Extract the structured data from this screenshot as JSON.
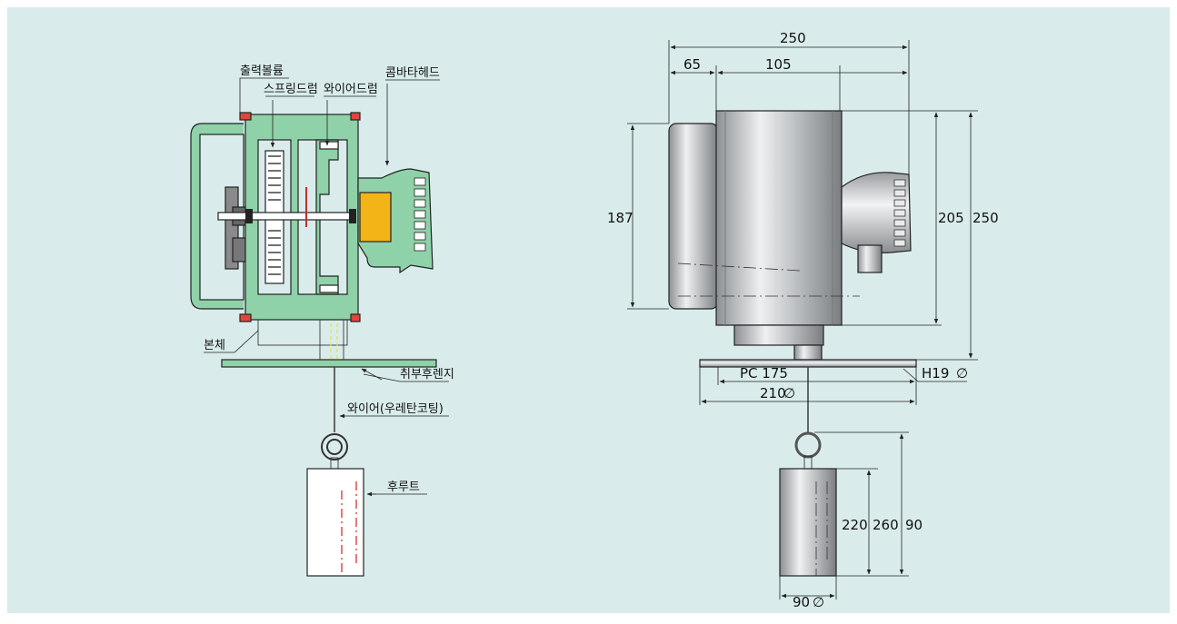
{
  "colors": {
    "background": "#d9eceb",
    "body_green": "#8fd1a8",
    "cable_head_yellow": "#f3b417",
    "steel_gray": "#b9bcbe",
    "seal_red": "#e0463a",
    "center_line_red": "#d62020"
  },
  "left_labels": {
    "output_volume": "출력볼륨",
    "spring_drum": "스프링드럼",
    "wire_drum": "와이어드럼",
    "conduit_head": "콤바타헤드",
    "body": "본체",
    "mounting_flange": "취부후렌지",
    "wire": "와이어(우레탄코팅)",
    "float": "후루트"
  },
  "right_dims": {
    "overall_width": "250",
    "left_offset": "65",
    "drum_width": "105",
    "height_187": "187",
    "height_205": "205",
    "height_250": "250",
    "pc": "PC 175",
    "hole": "H19",
    "flange_dia": "210",
    "float_h1": "220",
    "float_h2": "260",
    "float_h3": "90",
    "float_dia": "90"
  }
}
